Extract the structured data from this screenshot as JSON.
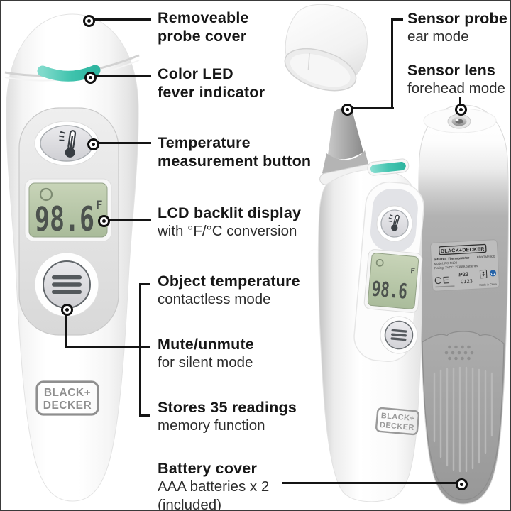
{
  "figure": {
    "description": "Infrared thermometer feature diagram, front view, uncapped side view and back view",
    "background": "#ffffff",
    "line_color": "#141414"
  },
  "product": {
    "brand_line1": "BLACK+",
    "brand_line2": "DECKER",
    "lcd_reading": "98.6",
    "lcd_unit": "F"
  },
  "back_label": {
    "brand": "BLACK+DECKER",
    "product_line": "Infrared Thermometer",
    "model_code": "BDXTME500",
    "model": "Model: PC-R100",
    "rating": "Rating: 3VDC, 2XAAA batteries",
    "ce": "CE",
    "ip": "IP22",
    "notified_body": "0123",
    "made_in": "Made in China"
  },
  "colors": {
    "accent_teal": "#3fc3ad",
    "lcd_green": "#bccaab",
    "device_gray": "#a6a6a6"
  },
  "callouts": [
    {
      "bold": [
        "Removeable",
        "probe cover"
      ],
      "regular": []
    },
    {
      "bold": [
        "Color LED",
        "fever indicator"
      ],
      "regular": []
    },
    {
      "bold": [
        "Temperature",
        "measurement button"
      ],
      "regular": []
    },
    {
      "bold": [
        "LCD backlit display"
      ],
      "regular": [
        "with °F/°C conversion"
      ]
    },
    {
      "bold": [
        "Object temperature"
      ],
      "regular": [
        "contactless mode"
      ]
    },
    {
      "bold": [
        "Mute/unmute"
      ],
      "regular": [
        "for silent mode"
      ]
    },
    {
      "bold": [
        "Stores 35 readings"
      ],
      "regular": [
        "memory function"
      ]
    },
    {
      "bold": [
        "Battery cover"
      ],
      "regular": [
        "AAA batteries x 2",
        "(included)"
      ]
    },
    {
      "bold": [
        "Sensor probe"
      ],
      "regular": [
        "ear mode"
      ]
    },
    {
      "bold": [
        "Sensor lens"
      ],
      "regular": [
        "forehead mode"
      ]
    }
  ]
}
